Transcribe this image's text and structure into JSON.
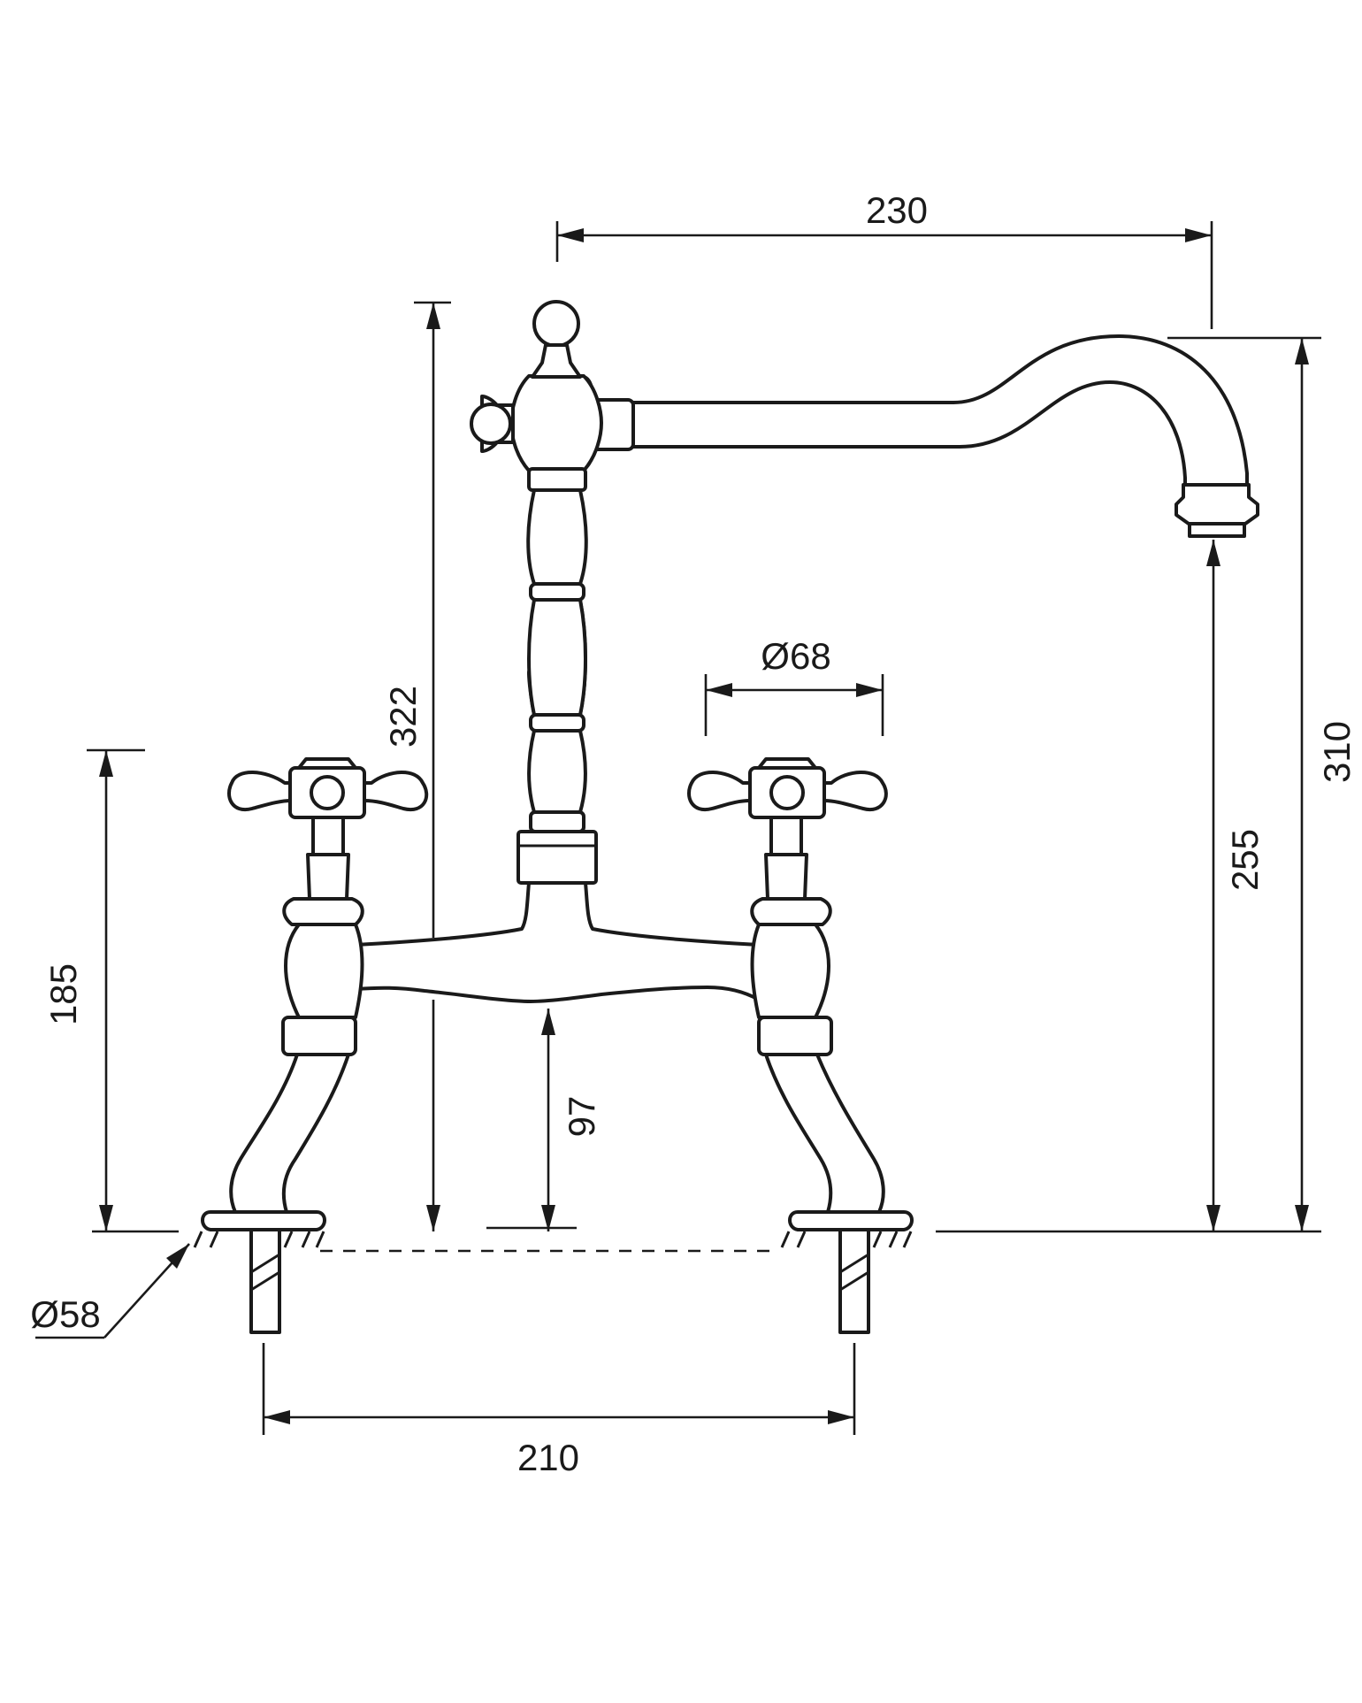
{
  "dimensions": {
    "spout_reach": "230",
    "handle_diameter": "Ø68",
    "total_height": "322",
    "spout_tip_height": "310",
    "outlet_height": "255",
    "handle_height": "185",
    "bridge_clearance": "97",
    "flange_diameter": "Ø58",
    "centers": "210"
  },
  "colors": {
    "line": "#1a1a1a",
    "background": "#ffffff"
  }
}
